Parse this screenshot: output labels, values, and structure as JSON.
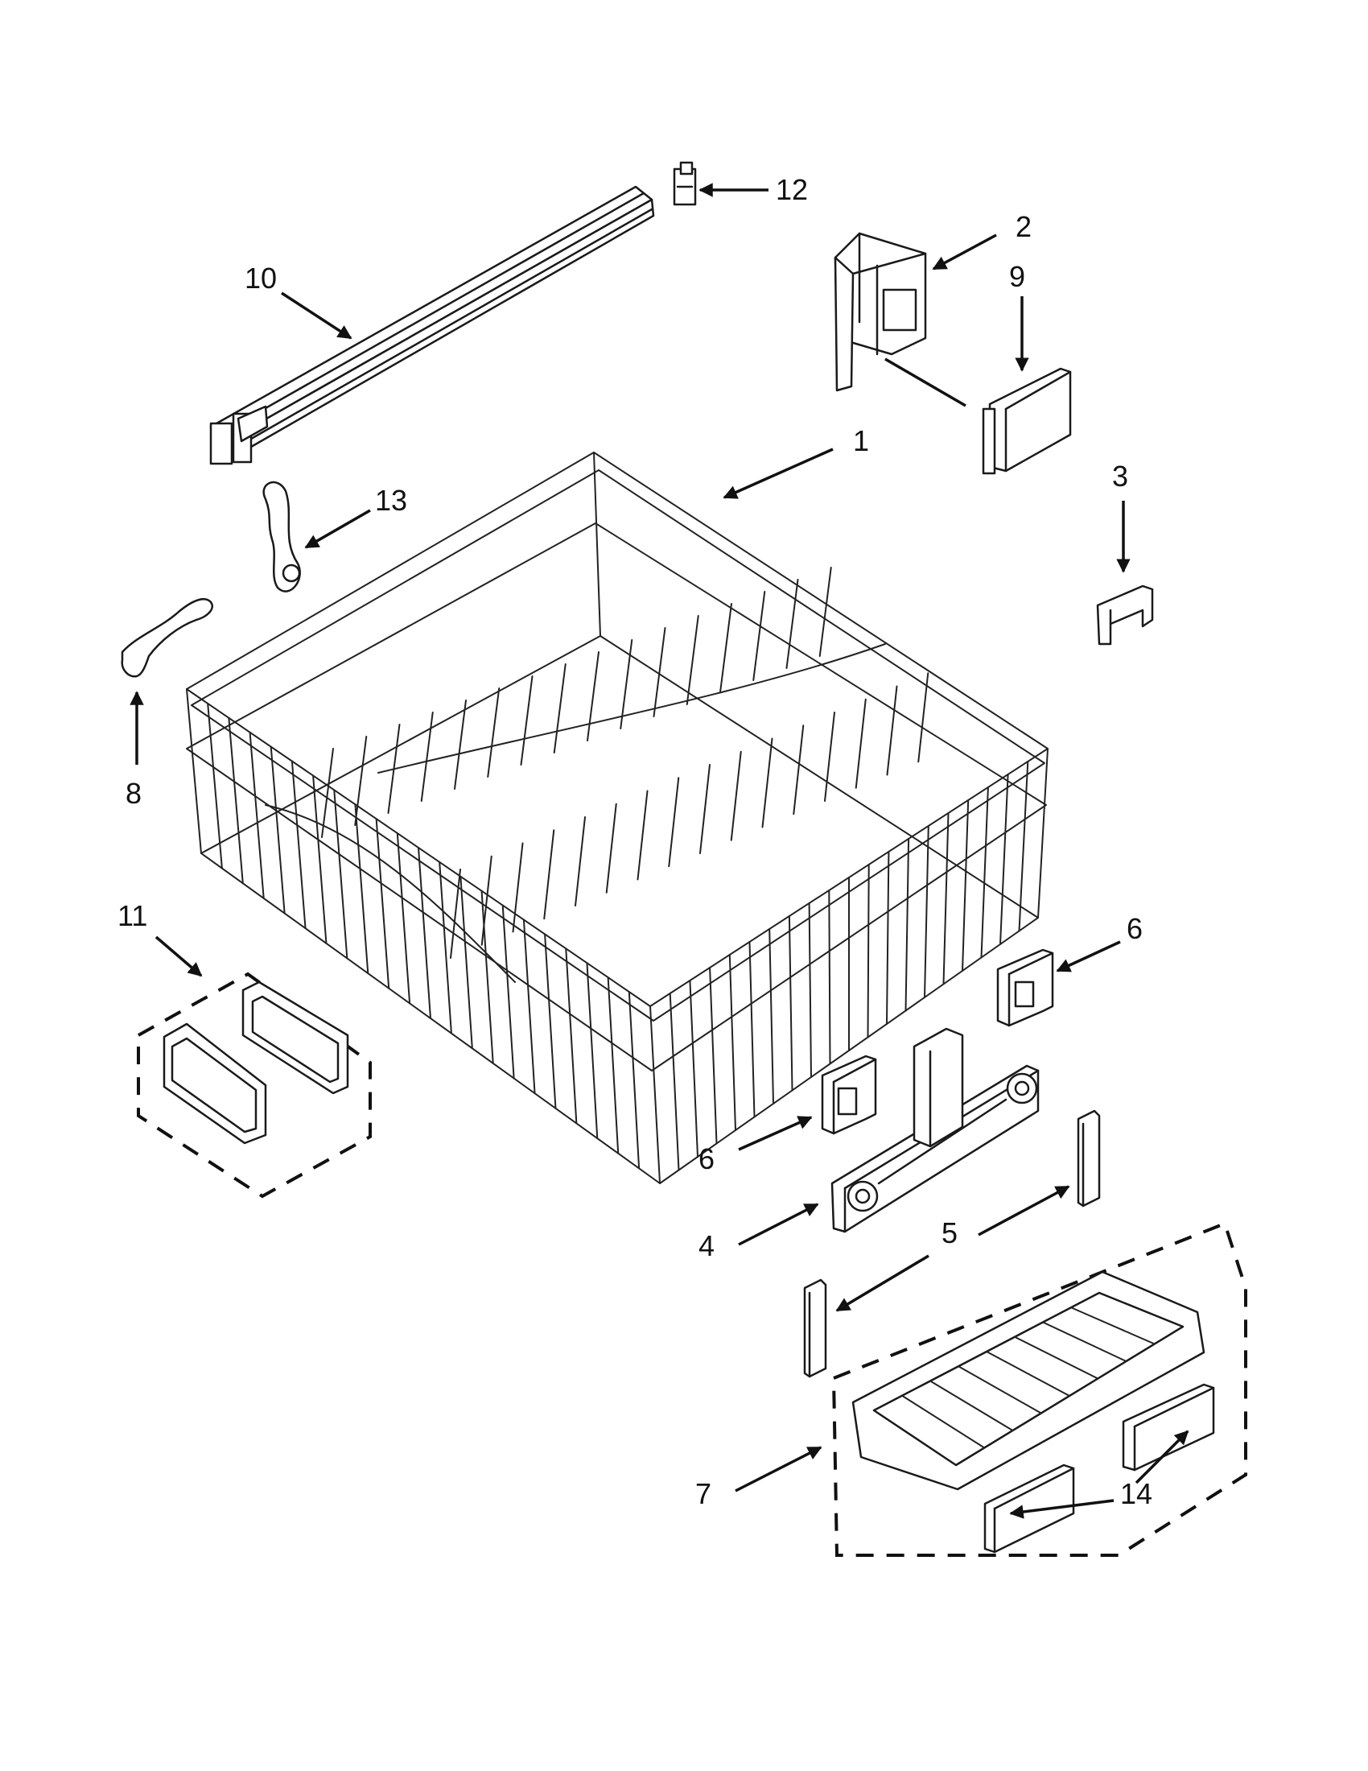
{
  "callouts": [
    {
      "id": "1",
      "label": "1"
    },
    {
      "id": "2",
      "label": "2"
    },
    {
      "id": "3",
      "label": "3"
    },
    {
      "id": "4",
      "label": "4"
    },
    {
      "id": "5",
      "label": "5"
    },
    {
      "id": "6a",
      "label": "6"
    },
    {
      "id": "6b",
      "label": "6"
    },
    {
      "id": "7",
      "label": "7"
    },
    {
      "id": "8",
      "label": "8"
    },
    {
      "id": "9",
      "label": "9"
    },
    {
      "id": "10",
      "label": "10"
    },
    {
      "id": "11",
      "label": "11"
    },
    {
      "id": "12",
      "label": "12"
    },
    {
      "id": "13",
      "label": "13"
    },
    {
      "id": "14",
      "label": "14"
    }
  ]
}
